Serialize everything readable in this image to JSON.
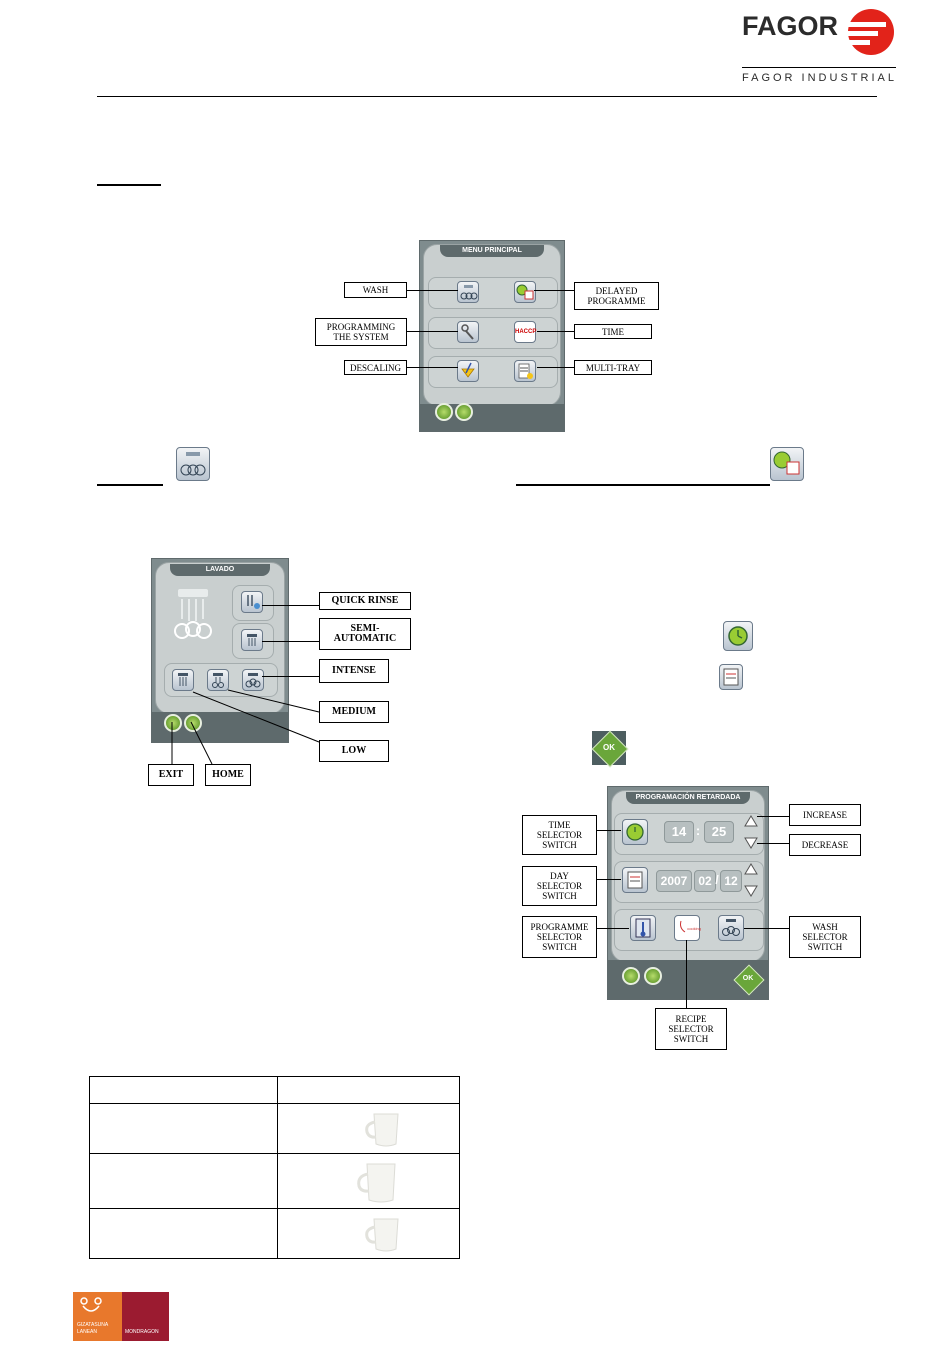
{
  "header": {
    "brand": "FAGOR",
    "brand_sub": "FAGOR INDUSTRIAL",
    "brand_color": "#e2231a"
  },
  "menu_principal": {
    "title": "MENU PRINCIPAL",
    "labels": {
      "wash": "WASH",
      "delayed_1": "DELAYED",
      "delayed_2": "PROGRAMME",
      "prog_1": "PROGRAMMING",
      "prog_2": "THE SYSTEM",
      "time": "TIME",
      "descaling": "DESCALING",
      "multitray": "MULTI-TRAY",
      "haccp": "HACCP"
    }
  },
  "lavado": {
    "title": "LAVADO",
    "labels": {
      "quick_rinse": "QUICK RINSE",
      "semi_1": "SEMI-",
      "semi_2": "AUTOMATIC",
      "intense": "INTENSE",
      "medium": "MEDIUM",
      "low": "LOW",
      "exit": "EXIT",
      "home": "HOME"
    }
  },
  "programacion": {
    "title": "PROGRAMACIÓN RETARDADA",
    "time_hours": "14",
    "time_sep": ":",
    "time_minutes": "25",
    "date_year": "2007",
    "date_month": "02",
    "date_day": "12",
    "date_sep": "/",
    "ok": "OK",
    "recipe_icon_text": "cooking",
    "labels": {
      "time_sel_1": "TIME",
      "time_sel_2": "SELECTOR",
      "time_sel_3": "SWITCH",
      "day_sel_1": "DAY",
      "day_sel_2": "SELECTOR",
      "day_sel_3": "SWITCH",
      "prog_sel_1": "PROGRAMME",
      "prog_sel_2": "SELECTOR",
      "prog_sel_3": "SWITCH",
      "wash_sel_1": "WASH",
      "wash_sel_2": "SELECTOR",
      "wash_sel_3": "SWITCH",
      "recipe_1": "RECIPE",
      "recipe_2": "SELECTOR",
      "recipe_3": "SWITCH",
      "increase": "INCREASE",
      "decrease": "DECREASE"
    }
  },
  "inline_ok": "OK",
  "footer": {
    "left_1": "GIZATASUNA",
    "left_2": "LANEAN",
    "right": "MONDRAGON",
    "left_color": "#e8782c",
    "right_color": "#9b1b30"
  }
}
